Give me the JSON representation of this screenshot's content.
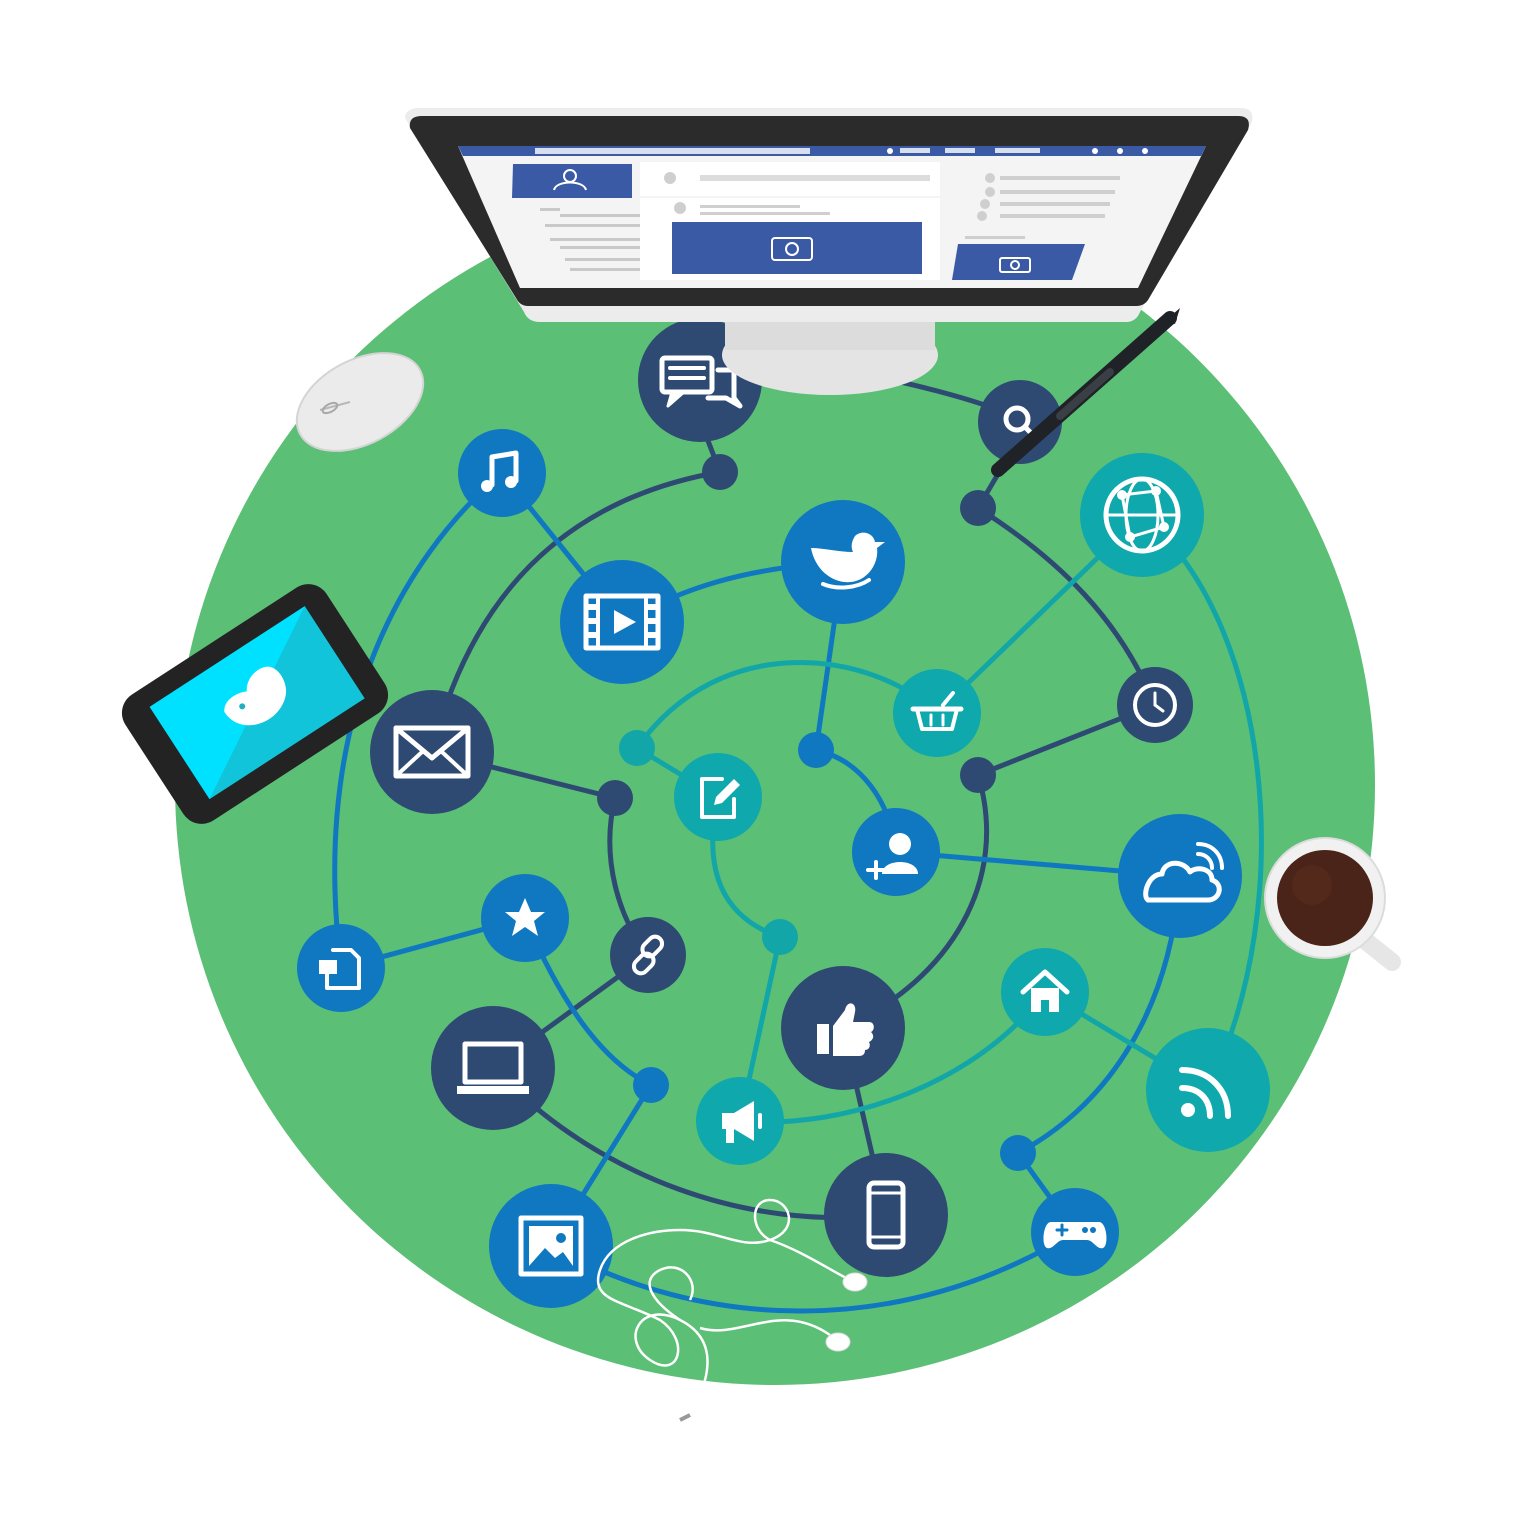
{
  "colors": {
    "background": "#ffffff",
    "green_disc": "#5bbf76",
    "navy": "#2e4a73",
    "blue": "#0f78c1",
    "teal": "#0fa8ad",
    "line_navy": "#2e4a73",
    "line_blue": "#0f78c1",
    "line_teal": "#13a6a8",
    "facebook_blue": "#4262ae",
    "monitor_bezel": "#2b2b2b",
    "monitor_body": "#e6e6e6",
    "phone_screen": "#00e1ff",
    "coffee": "#4a2418"
  },
  "devices": [
    {
      "name": "desktop-monitor",
      "icon": "monitor-icon"
    },
    {
      "name": "computer-mouse",
      "icon": "mouse-icon"
    },
    {
      "name": "smartphone",
      "icon": "phone-icon"
    },
    {
      "name": "stylus-pen",
      "icon": "pen-icon"
    },
    {
      "name": "coffee-cup",
      "icon": "coffee-icon"
    },
    {
      "name": "earphones",
      "icon": "earphones-icon"
    }
  ],
  "network_nodes": [
    {
      "icon": "chat-icon",
      "color": "navy"
    },
    {
      "icon": "search-icon",
      "color": "navy"
    },
    {
      "icon": "music-icon",
      "color": "blue"
    },
    {
      "icon": "globe-network-icon",
      "color": "teal"
    },
    {
      "icon": "twitter-bird-icon",
      "color": "blue"
    },
    {
      "icon": "video-film-icon",
      "color": "blue"
    },
    {
      "icon": "shopping-basket-icon",
      "color": "teal"
    },
    {
      "icon": "clock-icon",
      "color": "navy"
    },
    {
      "icon": "mail-icon",
      "color": "navy"
    },
    {
      "icon": "edit-icon",
      "color": "teal"
    },
    {
      "icon": "add-user-icon",
      "color": "blue"
    },
    {
      "icon": "cloud-wifi-icon",
      "color": "blue"
    },
    {
      "icon": "star-icon",
      "color": "blue"
    },
    {
      "icon": "document-icon",
      "color": "blue"
    },
    {
      "icon": "link-icon",
      "color": "navy"
    },
    {
      "icon": "thumbs-up-icon",
      "color": "navy"
    },
    {
      "icon": "home-icon",
      "color": "teal"
    },
    {
      "icon": "laptop-icon",
      "color": "navy"
    },
    {
      "icon": "megaphone-icon",
      "color": "teal"
    },
    {
      "icon": "rss-icon",
      "color": "teal"
    },
    {
      "icon": "mobile-icon",
      "color": "navy"
    },
    {
      "icon": "gamepad-icon",
      "color": "blue"
    },
    {
      "icon": "image-icon",
      "color": "blue"
    }
  ]
}
